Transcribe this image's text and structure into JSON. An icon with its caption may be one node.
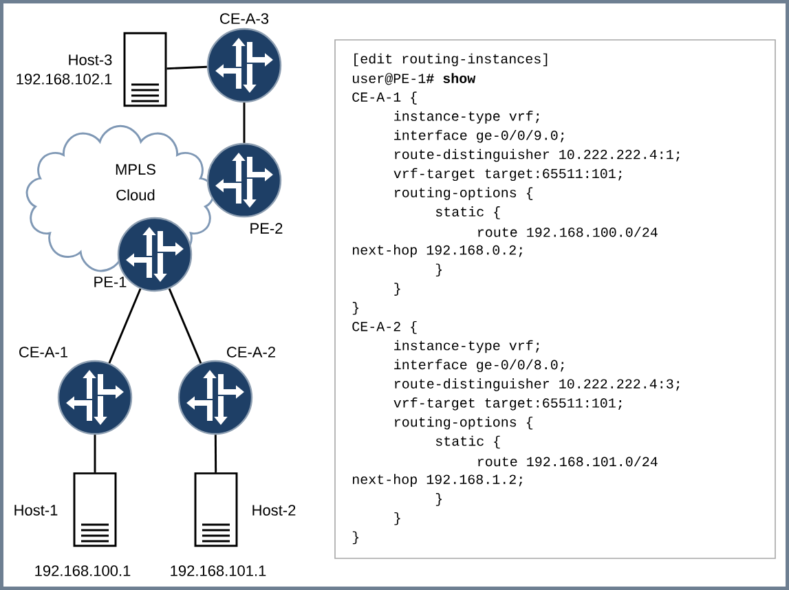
{
  "diagram": {
    "nodes": [
      {
        "text": [
          "Host-3",
          "192.168.102.1"
        ]
      },
      {
        "text": [
          "CE-A-3"
        ]
      },
      {
        "text": [
          "MPLS Cloud"
        ]
      },
      {
        "text": [
          "PE-2"
        ]
      },
      {
        "text": [
          "PE-1"
        ]
      },
      {
        "text": [
          "CE-A-1"
        ]
      },
      {
        "text": [
          "CE-A-2"
        ]
      },
      {
        "text": [
          "Host-1",
          "192.168.100.1"
        ]
      },
      {
        "text": [
          "Host-2",
          "192.168.101.1"
        ]
      },
      {
        "text": [
          "[edit routing-instances]",
          "user@PE-1**# show**",
          "CE-A-1 {",
          "instance-type vrf;",
          "interface ge-0/0/9.0;",
          "route-distinguisher 10.222.222.4:1;",
          "vrf-target target:65511:101;",
          "routing-options {",
          "static {",
          "route 192.168.100.0/24",
          "next-hop 192.168.0.2;",
          "}",
          "}",
          "}",
          "CE-A-2 {",
          "instance-type vrf;",
          "interface ge-0/0/8.0;",
          "route-distinguisher 10.222.222.4:3;",
          "vrf-target target:65511:101;",
          "routing-options {",
          "static {",
          "route 192.168.101.0/24",
          "next-hop 192.168.1.2;",
          "}",
          "}",
          "}"
        ]
      }
    ],
    "edges": [
      {
        "from": 0,
        "to": 1,
        "arrow": "none"
      },
      {
        "from": 1,
        "to": 3,
        "arrow": "none"
      },
      {
        "from": 4,
        "to": 5,
        "arrow": "none"
      },
      {
        "from": 4,
        "to": 6,
        "arrow": "none"
      },
      {
        "from": 5,
        "to": 7,
        "arrow": "none"
      },
      {
        "from": 6,
        "to": 8,
        "arrow": "none"
      }
    ]
  }
}
